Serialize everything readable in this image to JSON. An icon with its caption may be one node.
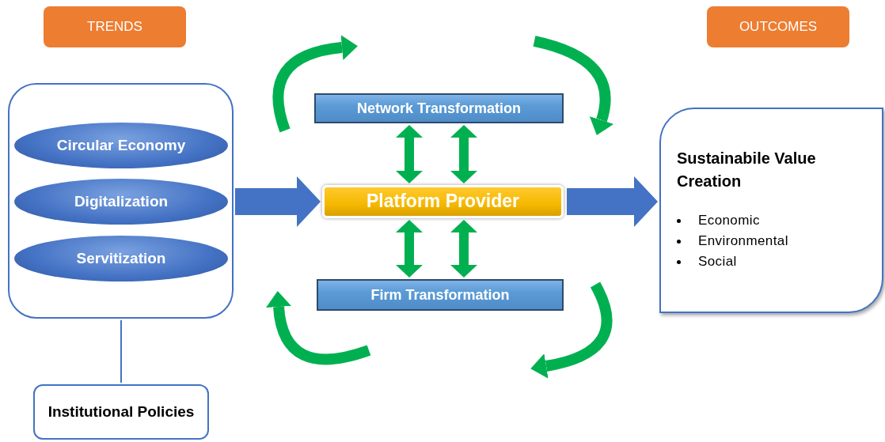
{
  "diagram": {
    "nodes": [
      {
        "text": [
          "TRENDS"
        ]
      },
      {
        "text": [
          "OUTCOMES"
        ]
      },
      {
        "text": [],
        "shape": "box"
      },
      {
        "text": [
          "Circular Economy"
        ],
        "in": 2
      },
      {
        "text": [
          "Digitalization"
        ],
        "in": 2
      },
      {
        "text": [
          "Servitization"
        ],
        "in": 2
      },
      {
        "text": [
          "Institutional Policies"
        ]
      },
      {
        "text": [
          "Network Transformation"
        ]
      },
      {
        "text": [
          "Platform Provider"
        ]
      },
      {
        "text": [
          "Firm Transformation"
        ]
      },
      {
        "text": [
          "Sustainabile Value Creation",
          "Economic",
          "Environmental",
          "Social"
        ]
      }
    ],
    "edges": [
      {
        "from": 2,
        "to": 6,
        "arrow": "none",
        "color": "#4472c4"
      },
      {
        "from": 2,
        "to": 8,
        "arrow": "to",
        "style": "thick",
        "color": "#4472c4"
      },
      {
        "from": 8,
        "to": 10,
        "arrow": "to",
        "style": "thick",
        "color": "#4472c4"
      },
      {
        "from": 7,
        "to": 8,
        "arrow": "both",
        "color": "#00b050"
      },
      {
        "from": 7,
        "to": 8,
        "arrow": "both",
        "color": "#00b050"
      },
      {
        "from": 8,
        "to": 9,
        "arrow": "both",
        "color": "#00b050"
      },
      {
        "from": 8,
        "to": 9,
        "arrow": "both",
        "color": "#00b050"
      }
    ]
  }
}
